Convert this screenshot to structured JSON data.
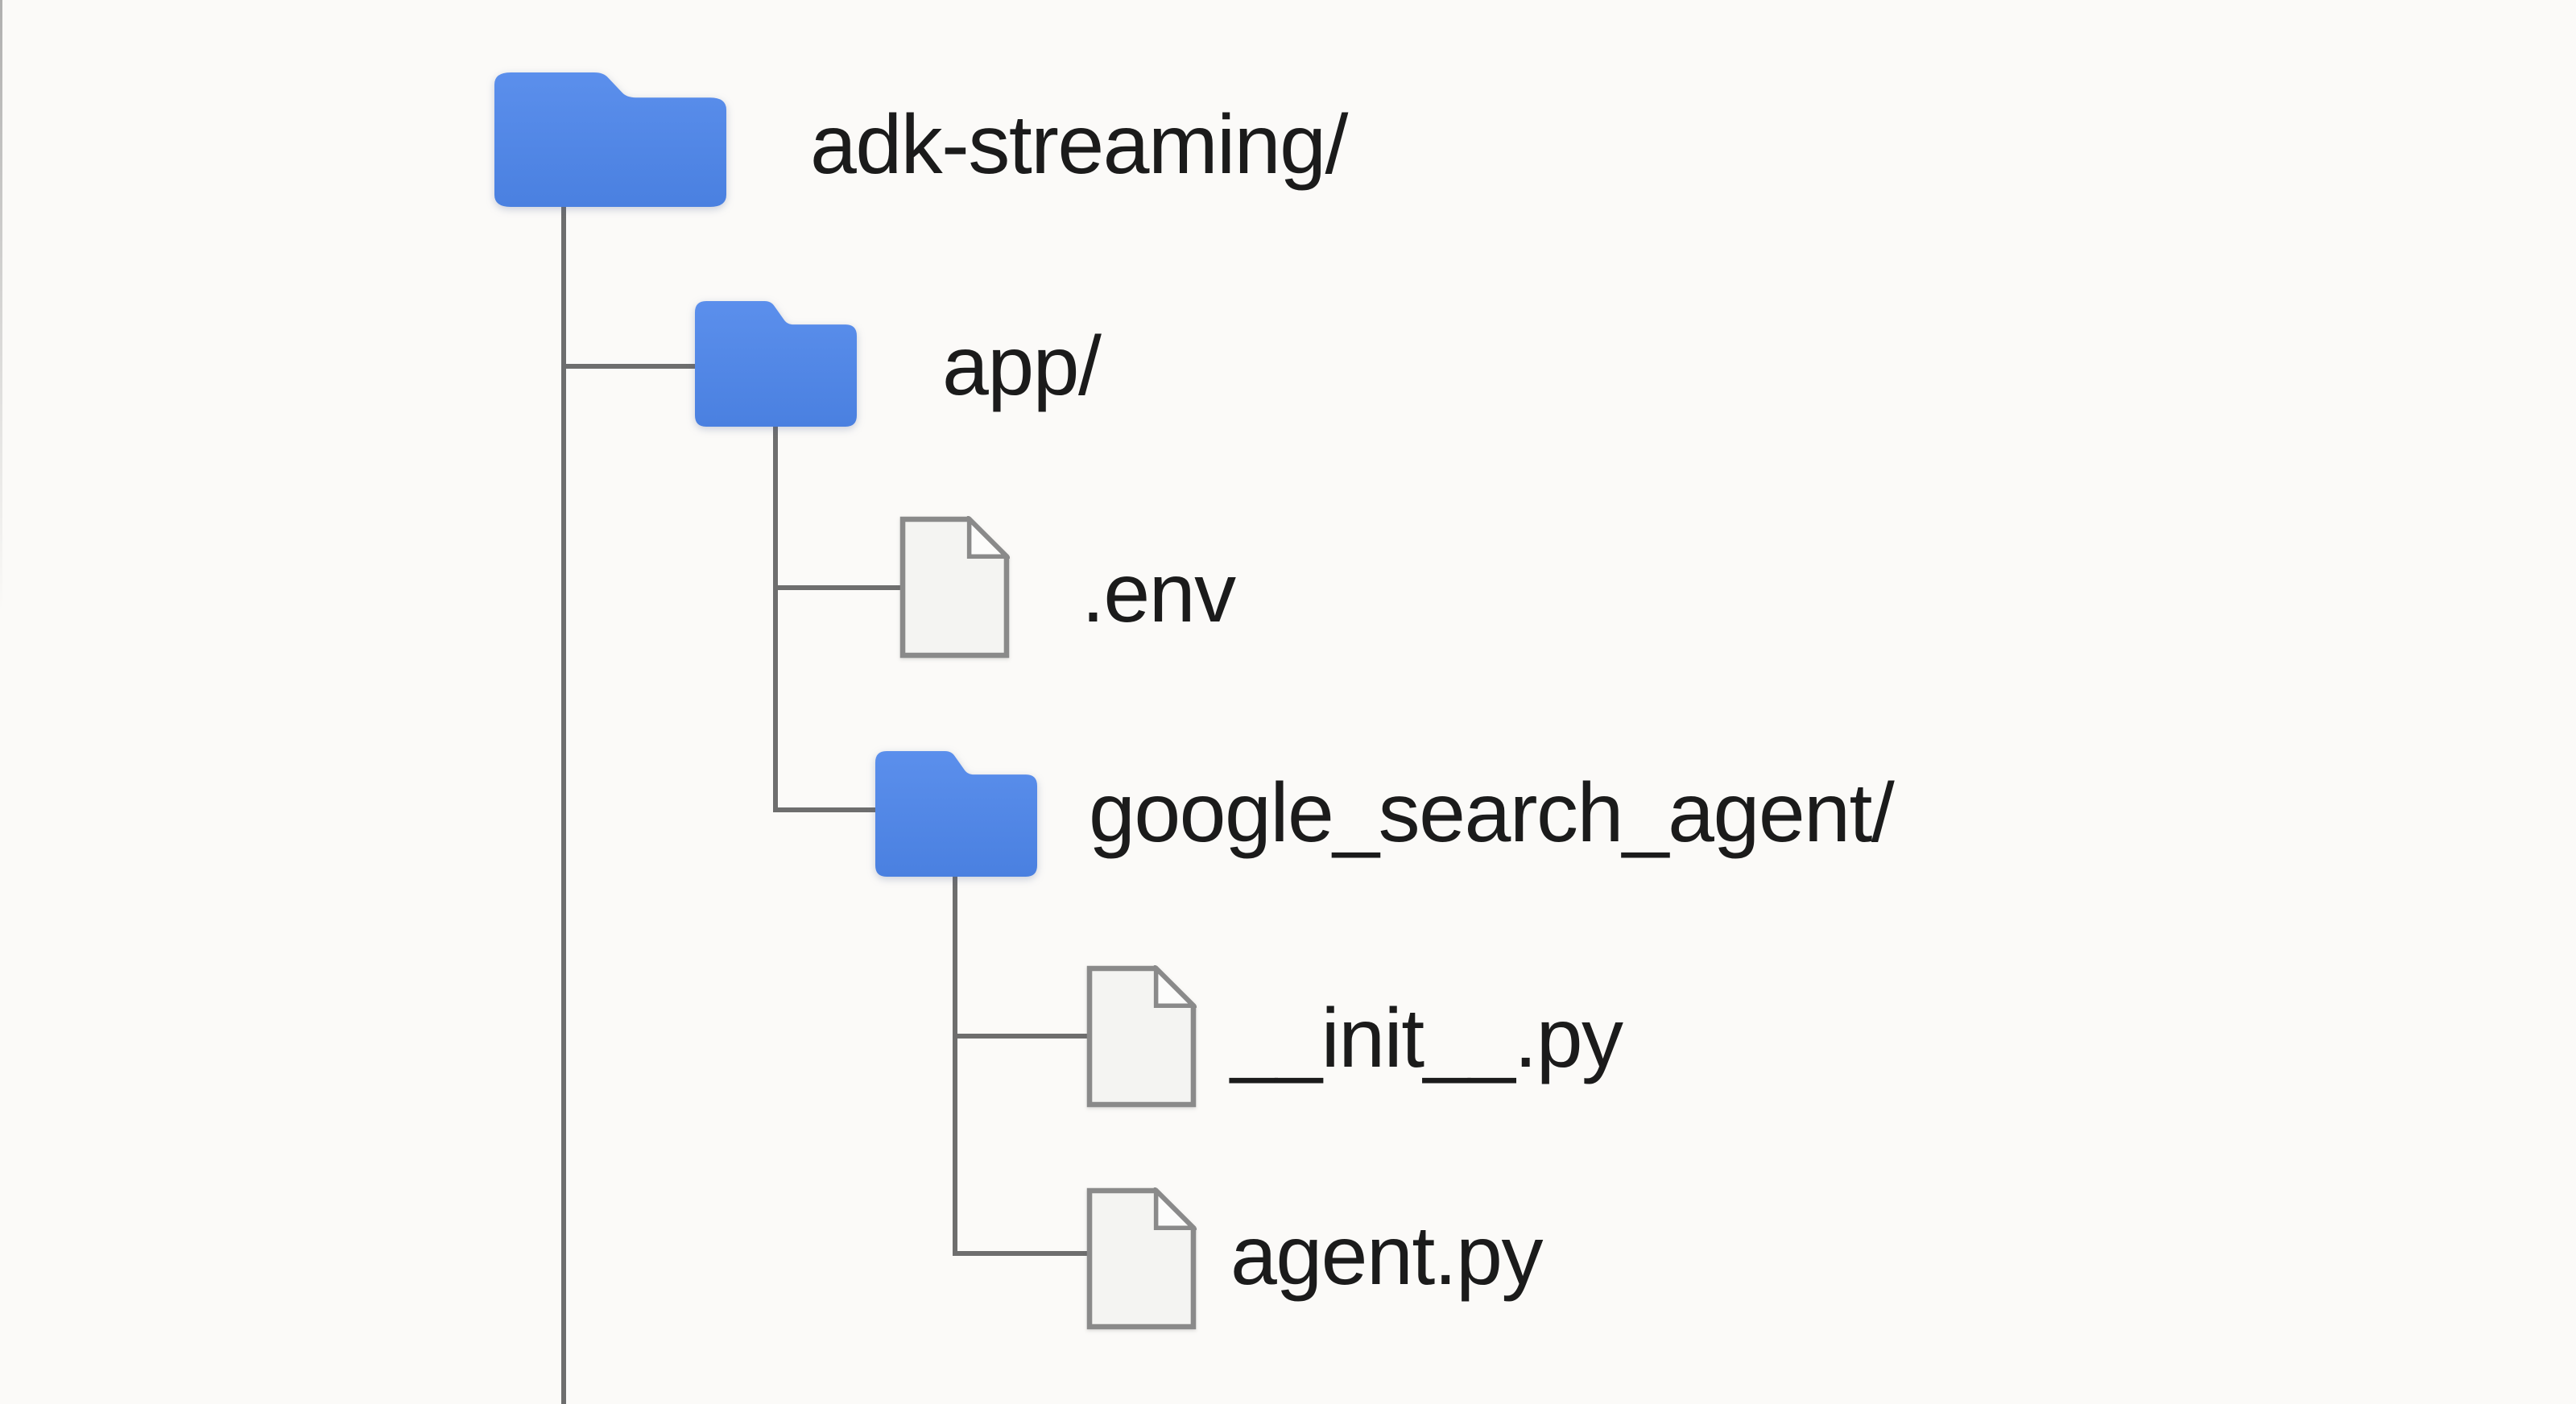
{
  "diagram": {
    "type": "directory-tree",
    "nodes": [
      {
        "id": "adk-streaming",
        "label": "adk-streaming/",
        "kind": "folder",
        "depth": 0,
        "parent": null
      },
      {
        "id": "app",
        "label": "app/",
        "kind": "folder",
        "depth": 1,
        "parent": "adk-streaming"
      },
      {
        "id": "env",
        "label": ".env",
        "kind": "file",
        "depth": 2,
        "parent": "app"
      },
      {
        "id": "google_search_agent",
        "label": "google_search_agent/",
        "kind": "folder",
        "depth": 2,
        "parent": "app"
      },
      {
        "id": "init",
        "label": "__init__.py",
        "kind": "file",
        "depth": 3,
        "parent": "google_search_agent"
      },
      {
        "id": "agent",
        "label": "agent.py",
        "kind": "file",
        "depth": 3,
        "parent": "google_search_agent"
      }
    ]
  },
  "colors": {
    "background": "#fbfaf8",
    "folder_blue": "#4a82e4",
    "folder_blue_light": "#5b8fec",
    "file_fill": "#f4f4f2",
    "file_fold_fill": "#fcfcfb",
    "file_stroke": "#8a8a8a",
    "line_gray": "#6e6e6e",
    "text": "#1b1b1b"
  }
}
